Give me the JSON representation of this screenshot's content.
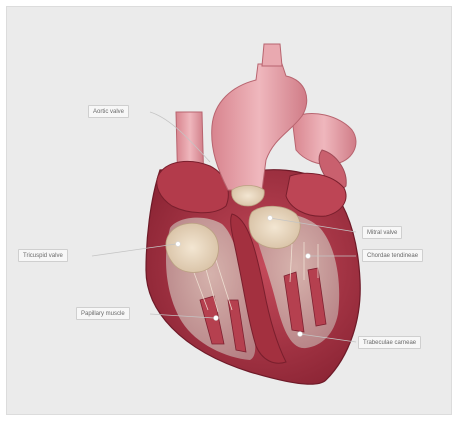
{
  "labels": {
    "aortic_valve": "Aortic valve",
    "tricuspid_valve": "Tricuspid valve",
    "papillary_muscle": "Papillary muscle",
    "mitral_valve": "Mitral valve",
    "chordae_tendineae": "Chordae tendineae",
    "trabeculae_carneae": "Trabeculae carneae"
  },
  "colors": {
    "background": "#ebebeb",
    "myocardium": "#b0394a",
    "myocardium_dark": "#7e2030",
    "vessel": "#e7a3ab",
    "valve": "#ead8bf",
    "label_bg": "#f7f7f7"
  }
}
